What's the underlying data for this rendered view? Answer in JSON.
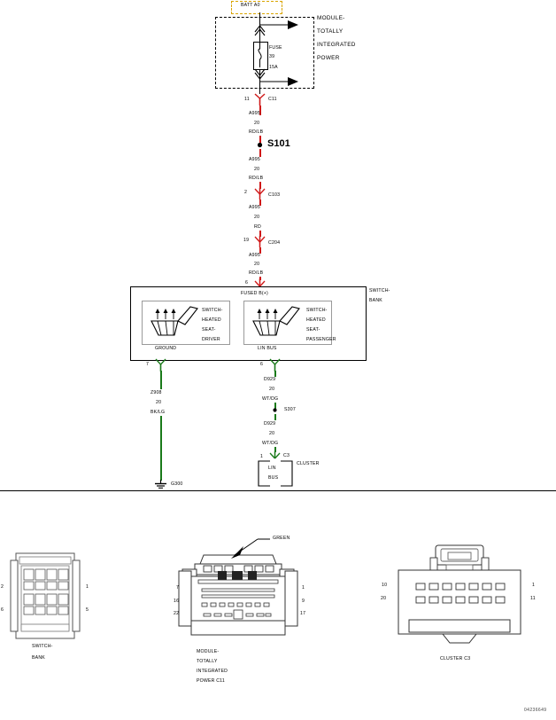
{
  "diagram": {
    "watermark": "04236649",
    "power_source": {
      "label": "BATT A0"
    },
    "tipm": {
      "title_lines": [
        "MODULE-",
        "TOTALLY",
        "INTEGRATED",
        "POWER"
      ],
      "fuse_label": "FUSE",
      "fuse_number": "39",
      "fuse_rating": "15A",
      "out_pin": "11",
      "out_connector": "C11"
    },
    "wires": [
      {
        "id": "w1",
        "circuit": "A995",
        "gauge": "20",
        "color": "RD/LB"
      },
      {
        "id": "w2",
        "circuit": "A995",
        "gauge": "20",
        "color": "RD/LB"
      },
      {
        "id": "w3",
        "circuit": "A995",
        "gauge": "20",
        "color": "RD"
      },
      {
        "id": "w4",
        "circuit": "A995",
        "gauge": "20",
        "color": "RD/LB"
      },
      {
        "id": "w5",
        "circuit": "Z908",
        "gauge": "20",
        "color": "BK/LG"
      },
      {
        "id": "w6",
        "circuit": "D929",
        "gauge": "20",
        "color": "WT/DG"
      },
      {
        "id": "w7",
        "circuit": "D929",
        "gauge": "20",
        "color": "WT/DG"
      }
    ],
    "splices": [
      {
        "name": "S101"
      },
      {
        "name": "S307"
      }
    ],
    "inline_connectors": [
      {
        "pin": "2",
        "name": "C103"
      },
      {
        "pin": "19",
        "name": "C204"
      },
      {
        "pin": "6",
        "name": ""
      },
      {
        "pin": "7",
        "name": ""
      },
      {
        "pin": "6",
        "name": ""
      },
      {
        "pin": "1",
        "name": "C3"
      }
    ],
    "switch_bank": {
      "title_lines": [
        "SWITCH-",
        "BANK"
      ],
      "supply_label": "FUSED B(+)",
      "left_switch": {
        "lines": [
          "SWITCH-",
          "HEATED",
          "SEAT-",
          "DRIVER"
        ],
        "terminal": "GROUND",
        "pin": "7"
      },
      "right_switch": {
        "lines": [
          "SWITCH-",
          "HEATED",
          "SEAT-",
          "PASSENGER"
        ],
        "terminal": "LIN BUS",
        "pin": "6"
      }
    },
    "ground": {
      "name": "G300"
    },
    "cluster": {
      "title": "CLUSTER",
      "pin": "1",
      "connector": "C3",
      "terminal_lines": [
        "LIN",
        "BUS"
      ]
    },
    "connector_views": [
      {
        "id": "switch-bank-view",
        "title_lines": [
          "SWITCH-",
          "BANK"
        ],
        "left_pins": [
          "2",
          "6"
        ],
        "right_pins": [
          "1",
          "5"
        ]
      },
      {
        "id": "tipm-c11-view",
        "title_lines": [
          "MODULE-",
          "TOTALLY",
          "INTEGRATED",
          "POWER C11"
        ],
        "callout": "GREEN",
        "left_pins": [
          "7",
          "16",
          "22"
        ],
        "right_pins": [
          "1",
          "9",
          "17"
        ]
      },
      {
        "id": "cluster-c3-view",
        "title_lines": [
          "CLUSTER C3"
        ],
        "left_pins": [
          "10",
          "20"
        ],
        "right_pins": [
          "1",
          "11"
        ]
      }
    ]
  }
}
